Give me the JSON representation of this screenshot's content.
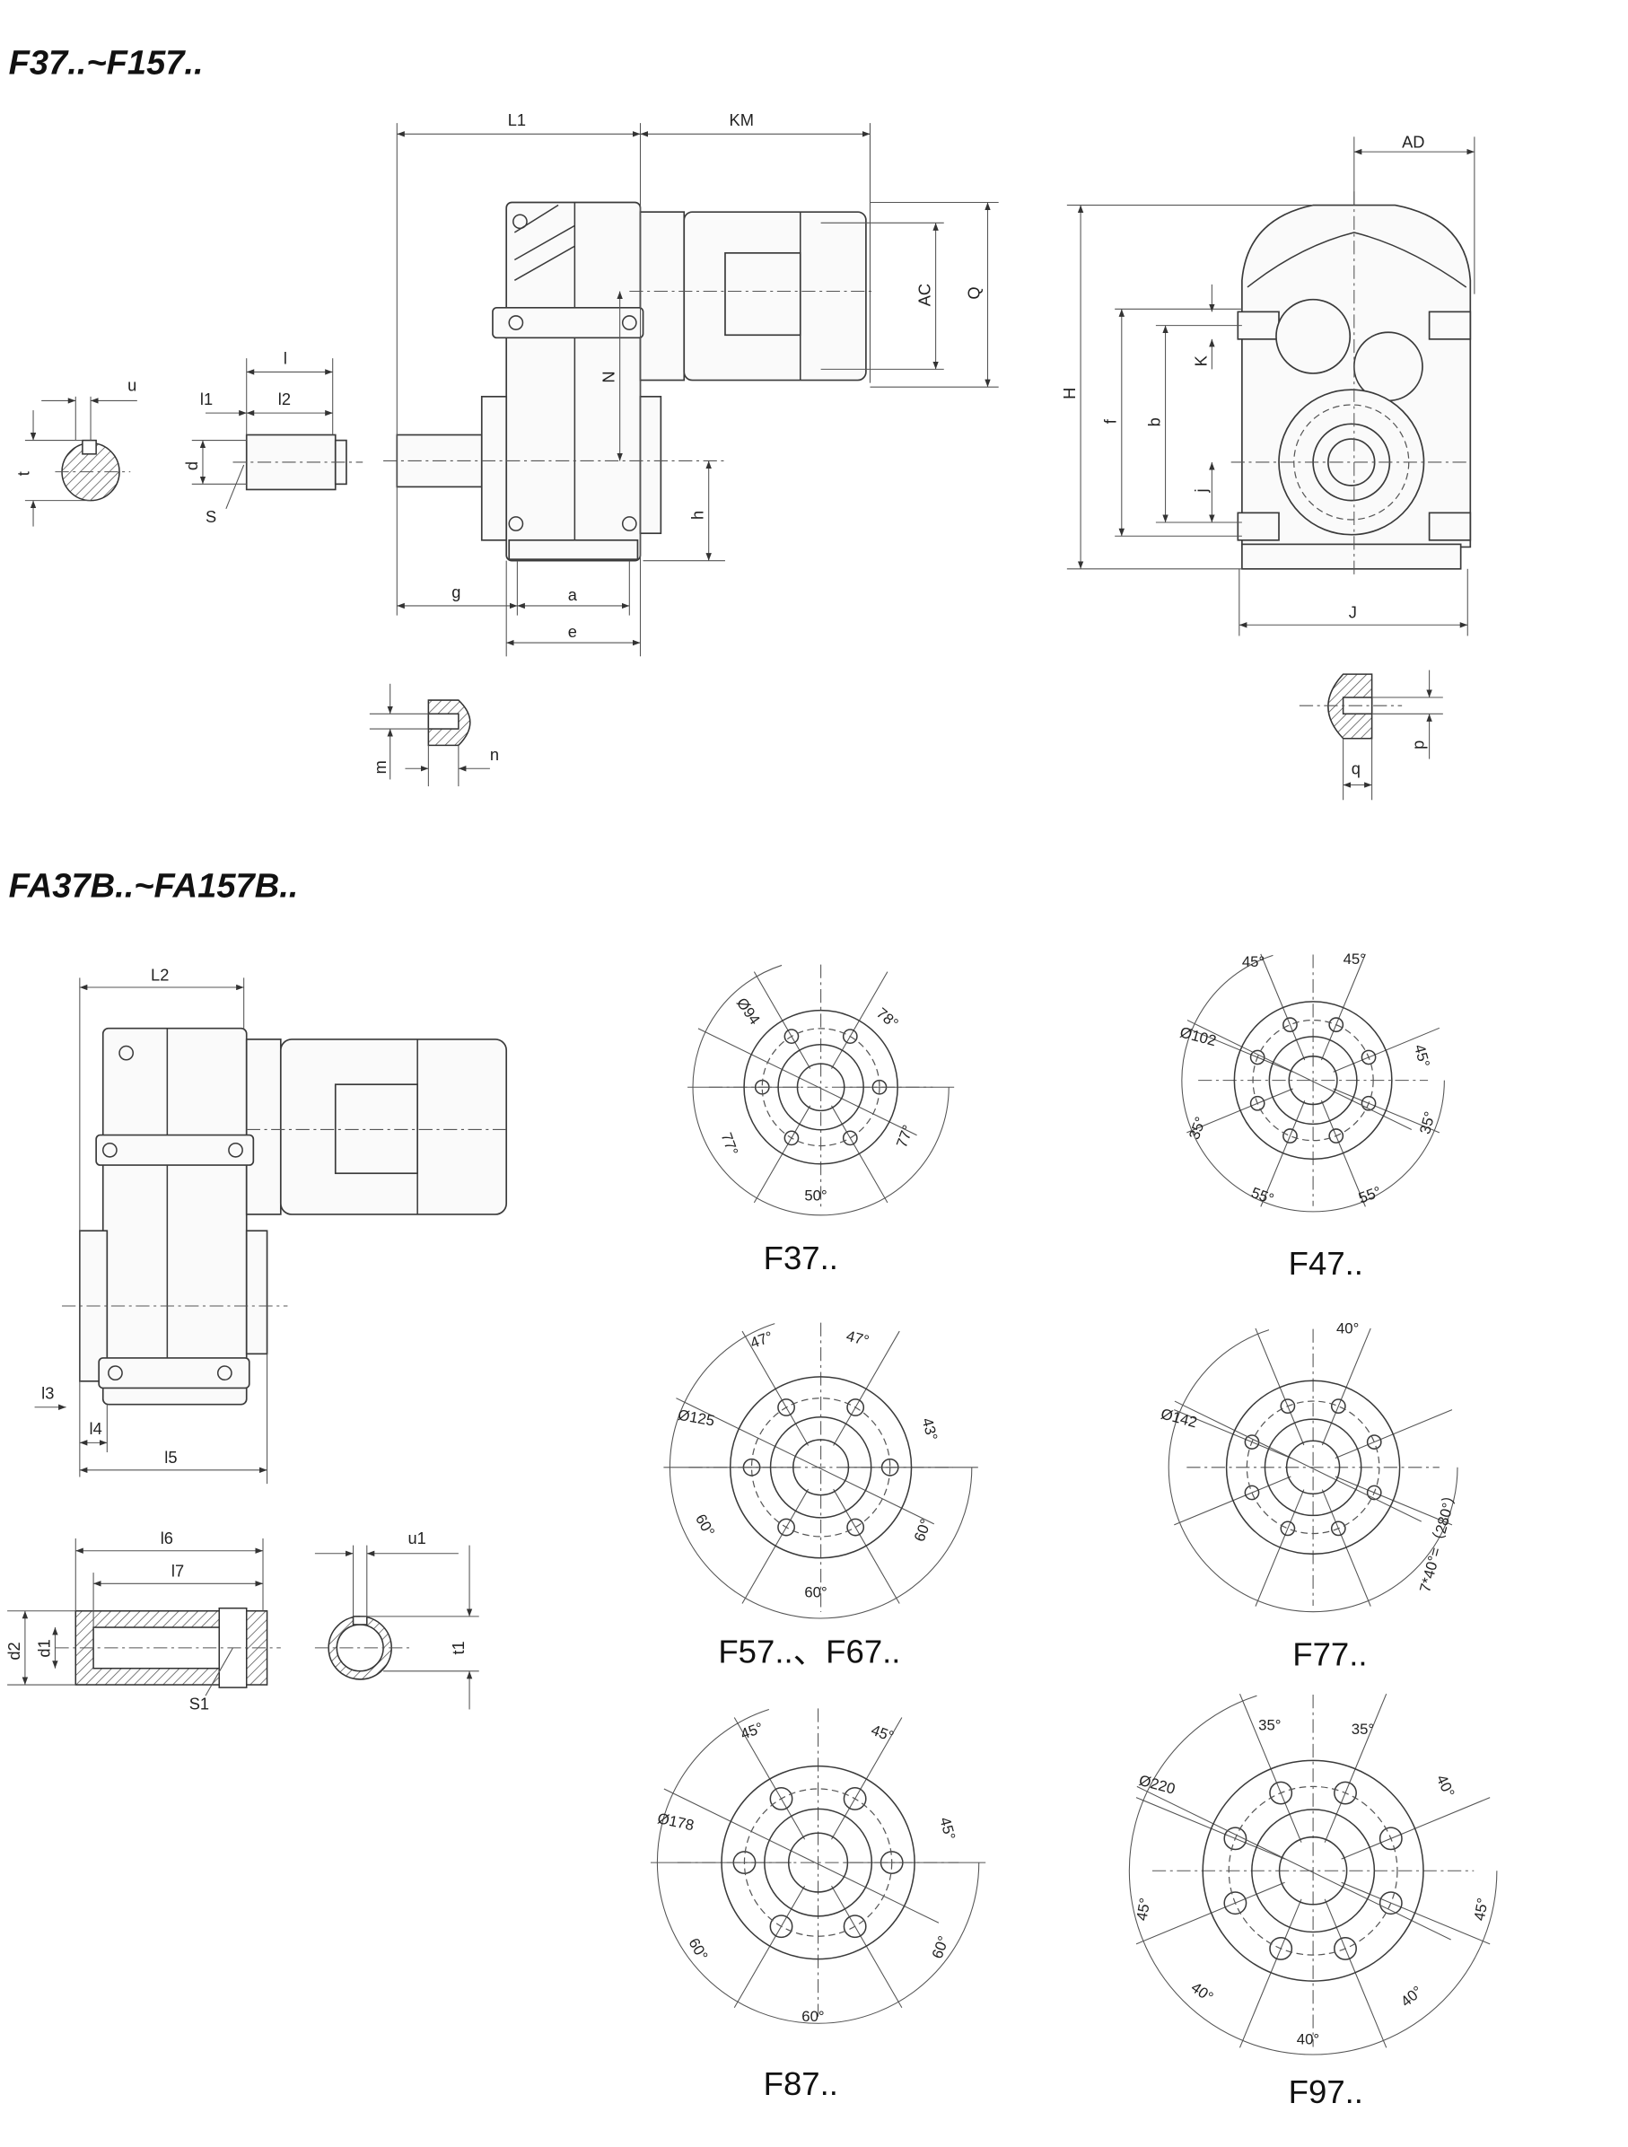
{
  "titles": {
    "f_series": "F37..~F157..",
    "fa_series": "FA37B..~FA157B.."
  },
  "side_view": {
    "L1": "L1",
    "KM": "KM",
    "AC": "AC",
    "Q": "Q",
    "N": "N",
    "h": "h",
    "g": "g",
    "a": "a",
    "e": "e"
  },
  "shaft_detail": {
    "l": "l",
    "l1": "l1",
    "l2": "l2",
    "u": "u",
    "t": "t",
    "d": "d",
    "S": "S",
    "m": "m",
    "n": "n"
  },
  "front_view": {
    "AD": "AD",
    "H": "H",
    "f": "f",
    "b": "b",
    "K": "K",
    "j": "j",
    "J": "J",
    "q": "q",
    "p": "p"
  },
  "fa_view": {
    "L2": "L2",
    "l3": "l3",
    "l4": "l4",
    "l5": "l5",
    "l6": "l6",
    "l7": "l7",
    "d2": "d2",
    "d1": "d1",
    "S1": "S1",
    "u1": "u1",
    "t1": "t1"
  },
  "flanges": [
    {
      "caption": "F37..",
      "diameter": "Ø94",
      "angles": [
        "78°",
        "77°",
        "77°",
        "50°"
      ],
      "bolt_holes": 6
    },
    {
      "caption": "F47..",
      "diameter": "Ø102",
      "angles": [
        "45°",
        "45°",
        "45°",
        "35°",
        "35°",
        "55°",
        "55°"
      ],
      "bolt_holes": 8
    },
    {
      "caption": "F57..、F67..",
      "diameter": "Ø125",
      "angles": [
        "47°",
        "47°",
        "43°",
        "60°",
        "60°",
        "60°"
      ],
      "bolt_holes": 6
    },
    {
      "caption": "F77..",
      "diameter": "Ø142",
      "angles": [
        "40°",
        "7*40°=（280°）"
      ],
      "bolt_holes": 8
    },
    {
      "caption": "F87..",
      "diameter": "Ø178",
      "angles": [
        "45°",
        "45°",
        "45°",
        "60°",
        "60°",
        "60°"
      ],
      "bolt_holes": 6
    },
    {
      "caption": "F97..",
      "diameter": "Ø220",
      "angles": [
        "35°",
        "35°",
        "40°",
        "45°",
        "45°",
        "40°",
        "40°",
        "40°"
      ],
      "bolt_holes": 8
    }
  ]
}
